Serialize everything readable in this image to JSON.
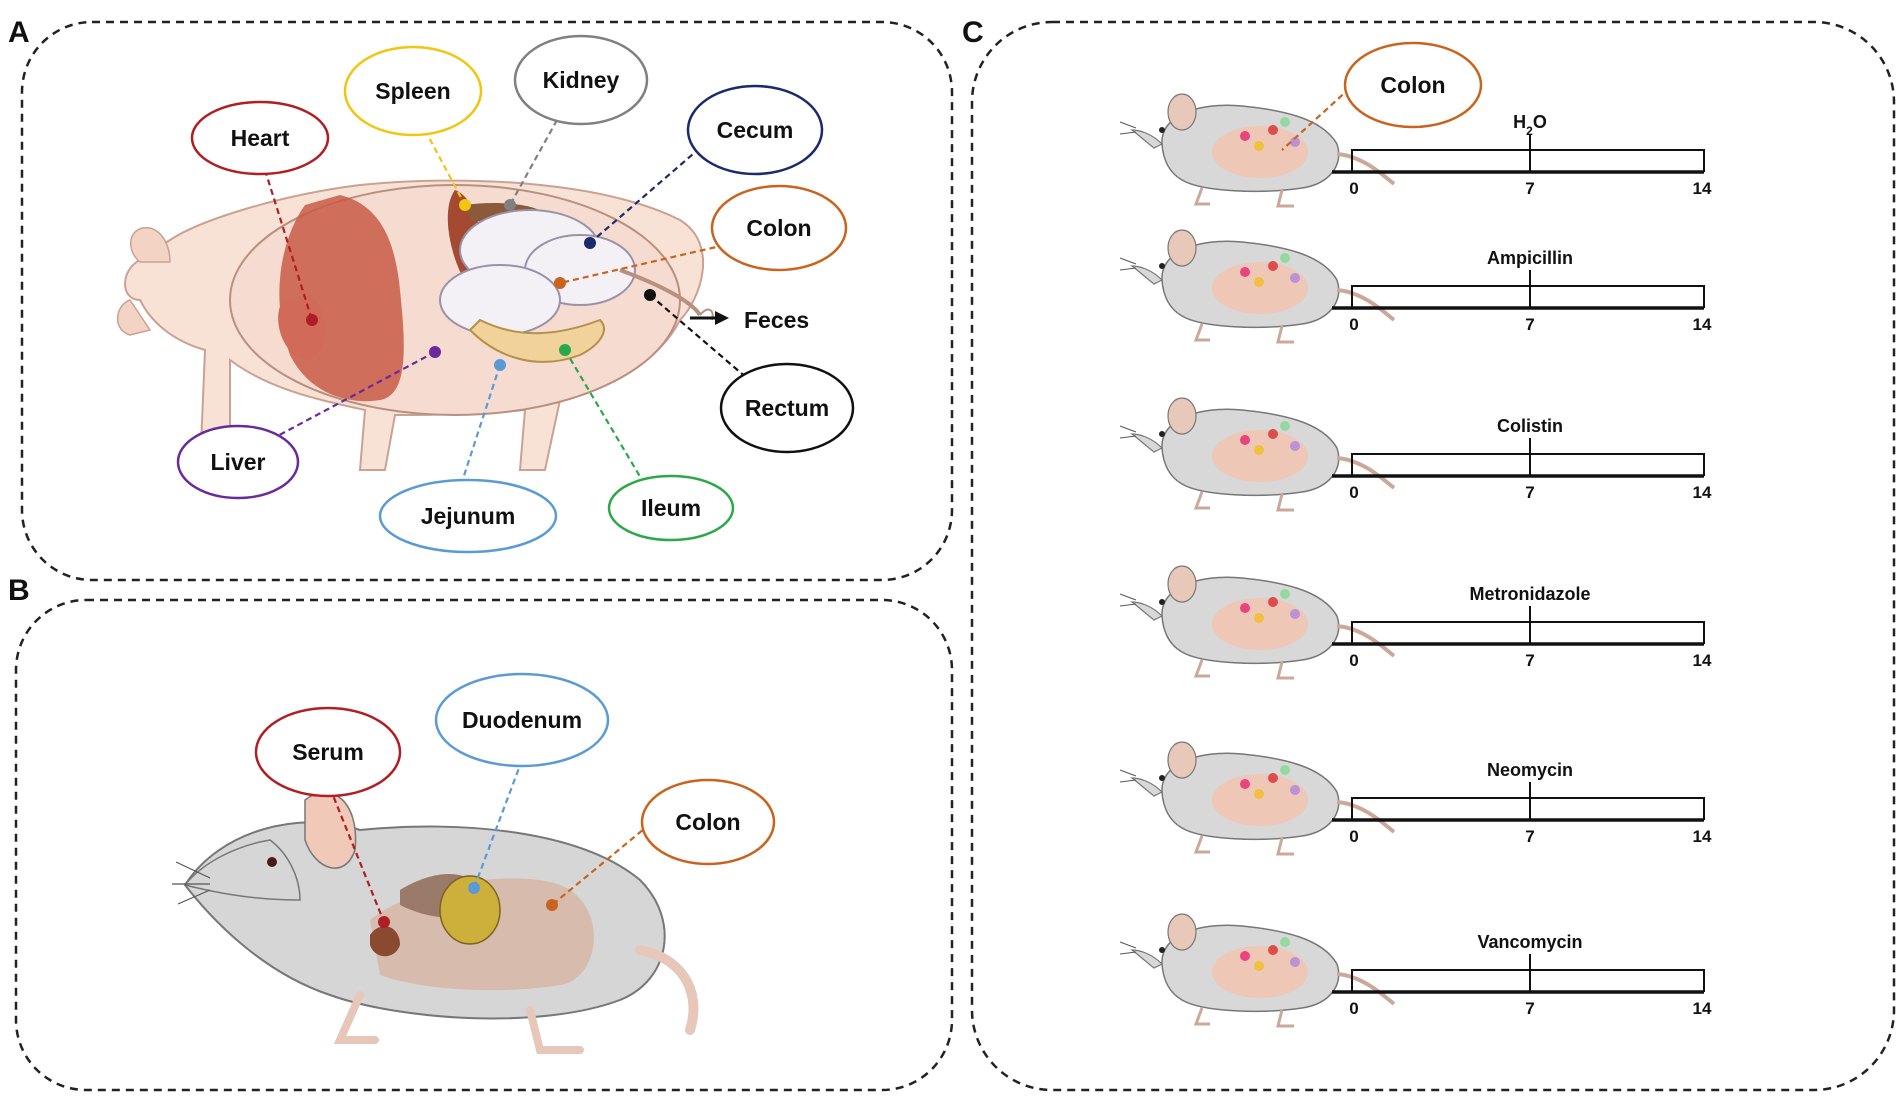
{
  "panels": {
    "a": {
      "letter": "A",
      "organs": [
        {
          "label": "Heart",
          "color": "#b01e23"
        },
        {
          "label": "Spleen",
          "color": "#f2c511"
        },
        {
          "label": "Kidney",
          "color": "#808080"
        },
        {
          "label": "Cecum",
          "color": "#1a2a6c"
        },
        {
          "label": "Colon",
          "color": "#c8641e"
        },
        {
          "label": "Rectum",
          "color": "#111111"
        },
        {
          "label": "Ileum",
          "color": "#2aa84a"
        },
        {
          "label": "Jejunum",
          "color": "#5b9bd5"
        },
        {
          "label": "Liver",
          "color": "#6a2a9c"
        }
      ],
      "feces_label": "Feces"
    },
    "b": {
      "letter": "B",
      "organs": [
        {
          "label": "Serum",
          "color": "#b01e23"
        },
        {
          "label": "Duodenum",
          "color": "#5b9bd5"
        },
        {
          "label": "Colon",
          "color": "#c8641e"
        }
      ]
    },
    "c": {
      "letter": "C",
      "colon_label": "Colon",
      "colon_color": "#c8641e",
      "groups": [
        {
          "treatment_base": "H",
          "treatment_sub": "2",
          "treatment_tail": "O"
        },
        {
          "treatment_base": "Ampicillin",
          "treatment_sub": "",
          "treatment_tail": ""
        },
        {
          "treatment_base": "Colistin",
          "treatment_sub": "",
          "treatment_tail": ""
        },
        {
          "treatment_base": "Metronidazole",
          "treatment_sub": "",
          "treatment_tail": ""
        },
        {
          "treatment_base": "Neomycin",
          "treatment_sub": "",
          "treatment_tail": ""
        },
        {
          "treatment_base": "Vancomycin",
          "treatment_sub": "",
          "treatment_tail": ""
        }
      ],
      "ticks": [
        "0",
        "7",
        "14"
      ]
    }
  }
}
